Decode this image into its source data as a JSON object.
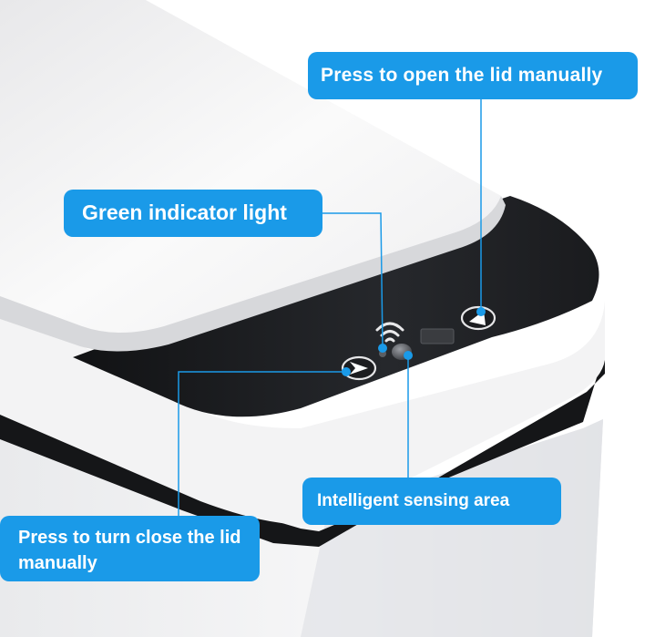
{
  "callouts": {
    "open_manual": "Press to open the lid manually",
    "green_light": "Green indicator light",
    "sensing_area": "Intelligent sensing area",
    "close_manual": "Press to turn close the lid manually"
  },
  "colors": {
    "callout_bg": "#1a9ae8",
    "leader_line": "#1a9ae8",
    "bin_body": "#f1f1f3",
    "lid": "#f7f7f8",
    "control_panel": "#1c1d20",
    "trim_band": "#151618"
  },
  "icons": [
    "open-lid-button-icon",
    "close-lid-button-icon",
    "wave-signal-icon",
    "sensor-icon",
    "indicator-light-icon"
  ]
}
